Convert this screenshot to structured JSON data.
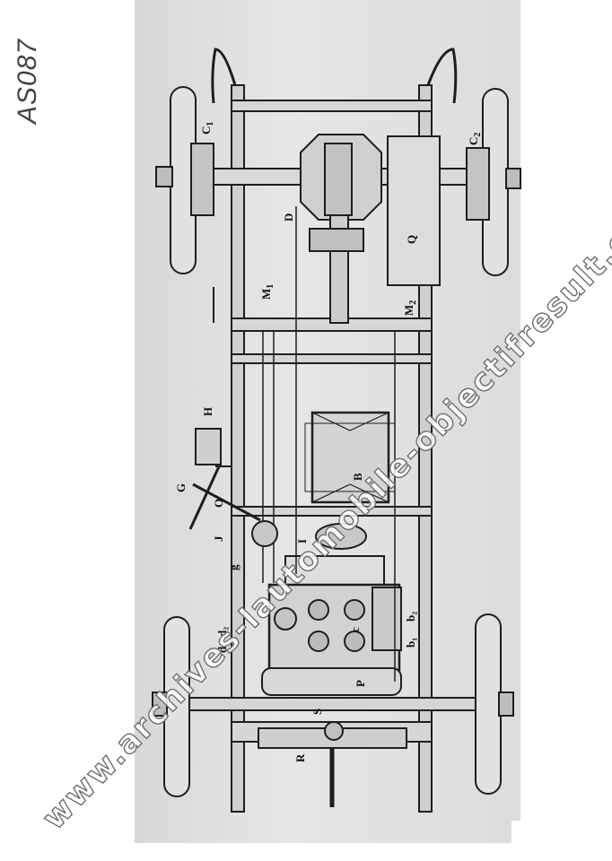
{
  "document": {
    "catalog_mark": "AS087",
    "watermark": "www.archives-lautomobile-objectifresult.com"
  },
  "labels": {
    "C1_main": "C",
    "C1_sub": "1",
    "C2_main": "C",
    "C2_sub": "2",
    "D": "D",
    "Q": "Q",
    "M1_main": "M",
    "M1_sub": "1",
    "M2_main": "M",
    "M2_sub": "2",
    "H": "H",
    "G": "G",
    "B": "B",
    "O": "O",
    "J": "J",
    "I": "I",
    "g": "g",
    "d1_d2": "d₁/ d₂",
    "b2": "b₂",
    "b1": "b₁",
    "c": "c",
    "P": "P",
    "S": "S",
    "R": "R"
  }
}
